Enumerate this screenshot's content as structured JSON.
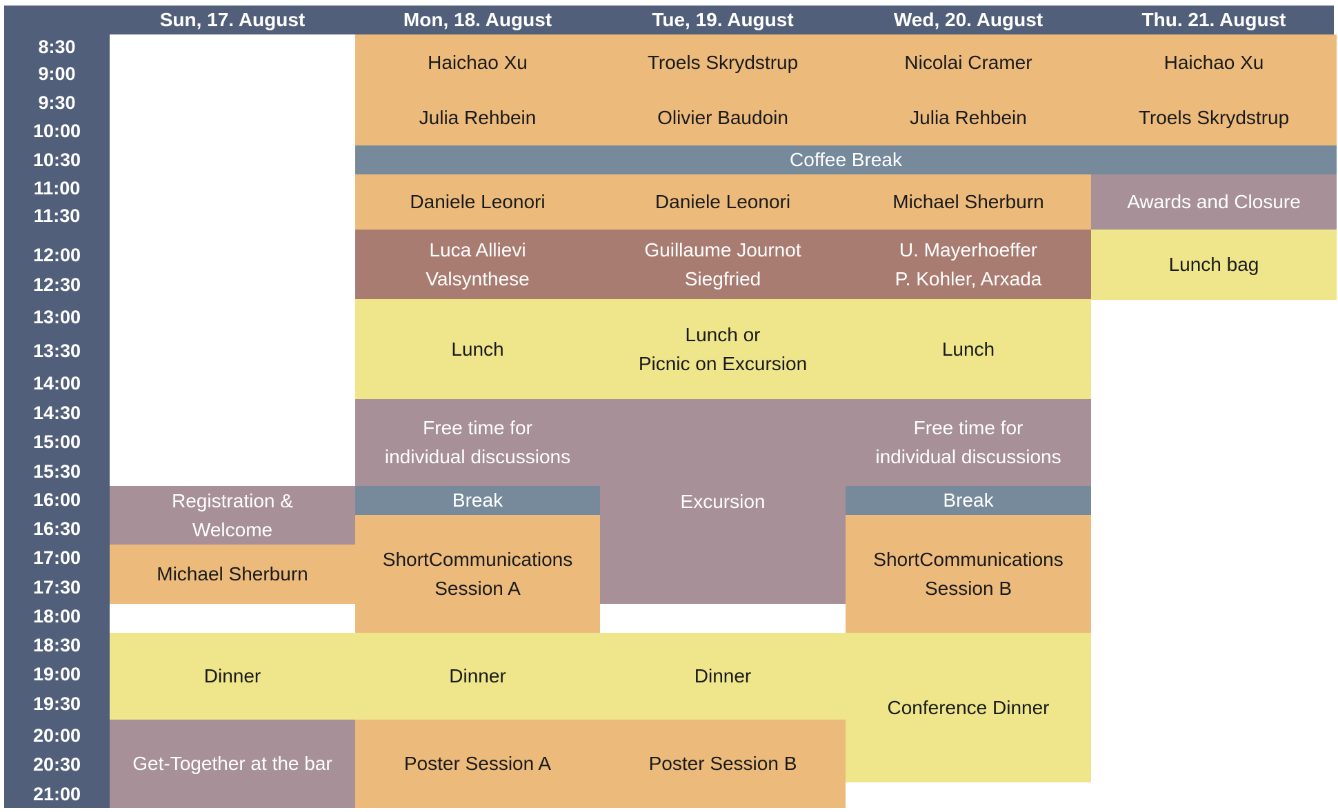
{
  "colors": {
    "sidebar": "#515f7a",
    "talk": "#ecbb7c",
    "break": "#768a9c",
    "free": "#a79097",
    "industry": "#a97c72",
    "meal": "#efe58b"
  },
  "days": [
    "Sun, 17. August",
    "Mon, 18. August",
    "Tue, 19. August",
    "Wed, 20. August",
    "Thu. 21. August"
  ],
  "times": [
    "8:30",
    "9:00",
    "9:30",
    "10:00",
    "10:30",
    "11:00",
    "11:30",
    "12:00",
    "12:30",
    "13:00",
    "13:30",
    "14:00",
    "14:30",
    "15:00",
    "15:30",
    "16:00",
    "16:30",
    "17:00",
    "17:30",
    "18:00",
    "18:30",
    "19:00",
    "19:30",
    "20:00",
    "20:30",
    "21:00"
  ],
  "blocks": [
    {
      "text": "Haichao Xu",
      "color": "talk"
    },
    {
      "text": "Troels Skrydstrup",
      "color": "talk"
    },
    {
      "text": "Nicolai Cramer",
      "color": "talk"
    },
    {
      "text": "Haichao Xu",
      "color": "talk"
    },
    {
      "text": "Julia Rehbein",
      "color": "talk"
    },
    {
      "text": "Olivier Baudoin",
      "color": "talk"
    },
    {
      "text": "Julia Rehbein",
      "color": "talk"
    },
    {
      "text": "Troels Skrydstrup",
      "color": "talk"
    },
    {
      "text": "Coffee Break",
      "color": "break"
    },
    {
      "text": "Daniele Leonori",
      "color": "talk"
    },
    {
      "text": "Daniele Leonori",
      "color": "talk"
    },
    {
      "text": "Michael Sherburn",
      "color": "talk"
    },
    {
      "text": "Awards and Closure",
      "color": "free"
    },
    {
      "text": "Luca Allievi\nValsynthese",
      "color": "industry"
    },
    {
      "text": "Guillaume Journot\nSiegfried",
      "color": "industry"
    },
    {
      "text": "U. Mayerhoeffer\nP. Kohler, Arxada",
      "color": "industry"
    },
    {
      "text": "Lunch bag",
      "color": "meal"
    },
    {
      "text": "Lunch",
      "color": "meal"
    },
    {
      "text": "Lunch or\nPicnic on Excursion",
      "color": "meal"
    },
    {
      "text": "Lunch",
      "color": "meal"
    },
    {
      "text": "Free time for\nindividual discussions",
      "color": "free"
    },
    {
      "text": "Excursion",
      "color": "free"
    },
    {
      "text": "Free time for\nindividual discussions",
      "color": "free"
    },
    {
      "text": "Registration &\nWelcome",
      "color": "free"
    },
    {
      "text": "Break",
      "color": "break"
    },
    {
      "text": "Break",
      "color": "break"
    },
    {
      "text": "Michael Sherburn",
      "color": "talk"
    },
    {
      "text": "ShortCommunications\nSession A",
      "color": "talk"
    },
    {
      "text": "ShortCommunications\nSession B",
      "color": "talk"
    },
    {
      "text": "Dinner",
      "color": "meal"
    },
    {
      "text": "Dinner",
      "color": "meal"
    },
    {
      "text": "Dinner",
      "color": "meal"
    },
    {
      "text": "Conference  Dinner",
      "color": "meal"
    },
    {
      "text": "Get-Together at the bar",
      "color": "free"
    },
    {
      "text": "Poster Session A",
      "color": "talk"
    },
    {
      "text": "Poster Session B",
      "color": "talk"
    }
  ]
}
